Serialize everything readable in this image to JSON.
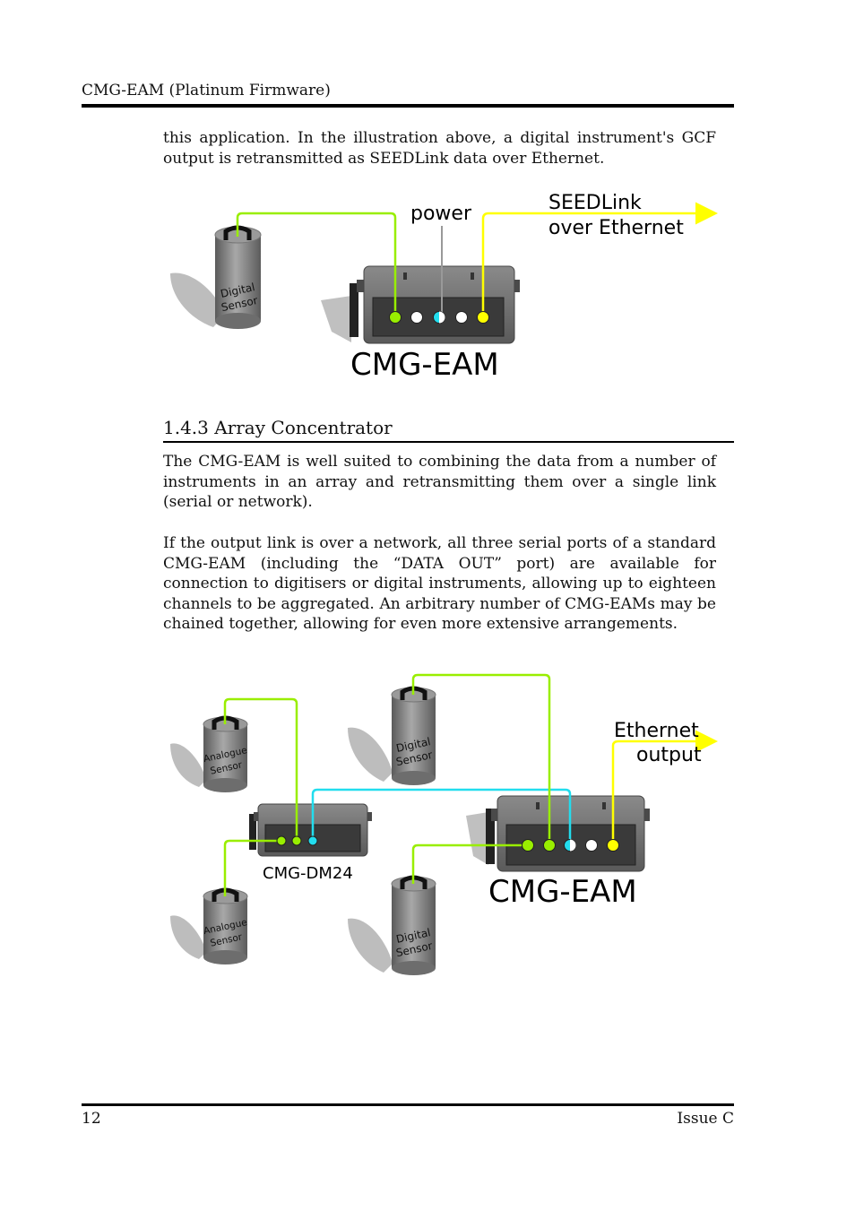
{
  "header": {
    "title": "CMG-EAM (Platinum Firmware)"
  },
  "intro": {
    "paragraph": "this application.  In the illustration above, a digital instrument's GCF output is retransmitted as SEEDLink data over Ethernet."
  },
  "figure1": {
    "sensor_line1": "Digital",
    "sensor_line2": "Sensor",
    "power_label": "power",
    "output_line1": "SEEDLink",
    "output_line2": "over Ethernet",
    "device_label": "CMG-EAM"
  },
  "section": {
    "heading": "1.4.3  Array Concentrator",
    "paragraph1": "The CMG-EAM is well suited to combining the data from a number of instruments in an array and retransmitting them over a single link (serial or network).",
    "paragraph2": "If the output link is over a network, all three serial ports of a standard CMG-EAM (including the “DATA OUT” port) are available for connection to digitisers or digital instruments, allowing up to eighteen channels to be aggregated.  An arbitrary number of CMG-EAMs may be chained together, allowing for even more extensive arrangements."
  },
  "figure2": {
    "analogue_line1": "Analogue",
    "analogue_line2": "Sensor",
    "digital_line1": "Digital",
    "digital_line2": "Sensor",
    "digitiser_label": "CMG-DM24",
    "device_label": "CMG-EAM",
    "output_line1": "Ethernet",
    "output_line2": "output"
  },
  "footer": {
    "page_number": "12",
    "issue": "Issue C"
  },
  "colors": {
    "green": "#99ee00",
    "yellow": "#ffff00",
    "cyan": "#22ddee",
    "white": "#ffffff",
    "body_grey": "#6a6a6a"
  }
}
